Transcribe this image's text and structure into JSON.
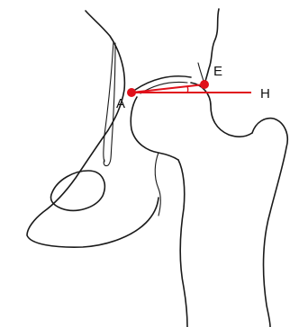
{
  "diagram": {
    "points": {
      "A": {
        "label": "A"
      },
      "E": {
        "label": "E"
      },
      "H": {
        "label": "H"
      }
    },
    "colors": {
      "outline": "#1a1a1a",
      "measurement": "#e0101a",
      "background": "#ffffff"
    }
  }
}
